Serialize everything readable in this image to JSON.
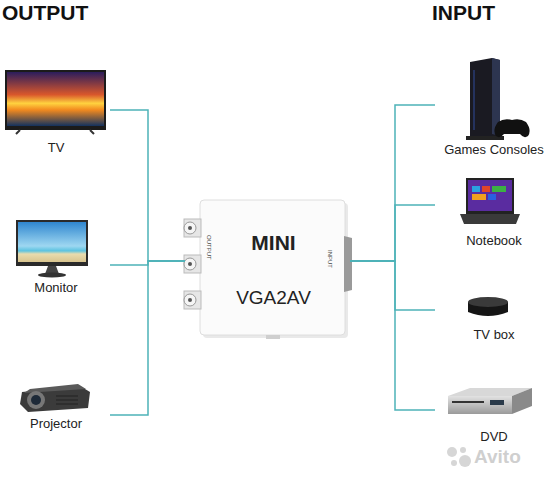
{
  "diagram": {
    "nodes": [
      {
        "text": [
          "TV"
        ]
      },
      {
        "text": [
          "Monitor"
        ]
      },
      {
        "text": [
          "Projector"
        ]
      },
      {
        "text": [
          "MINI",
          "VGA2AV",
          "OUTPUT",
          "INPUT"
        ]
      },
      {
        "text": [
          "Games Consoles"
        ]
      },
      {
        "text": [
          "Notebook"
        ]
      },
      {
        "text": [
          "TV box"
        ]
      },
      {
        "text": [
          "DVD"
        ]
      }
    ],
    "edges": [
      {
        "from": 3,
        "to": 0,
        "arrow": "none"
      },
      {
        "from": 3,
        "to": 1,
        "arrow": "none"
      },
      {
        "from": 3,
        "to": 2,
        "arrow": "none"
      },
      {
        "from": 4,
        "to": 3,
        "arrow": "none"
      },
      {
        "from": 5,
        "to": 3,
        "arrow": "none"
      },
      {
        "from": 6,
        "to": 3,
        "arrow": "none"
      },
      {
        "from": 7,
        "to": 3,
        "arrow": "none"
      }
    ],
    "labels": [
      "OUTPUT",
      "INPUT",
      "Avito"
    ]
  }
}
